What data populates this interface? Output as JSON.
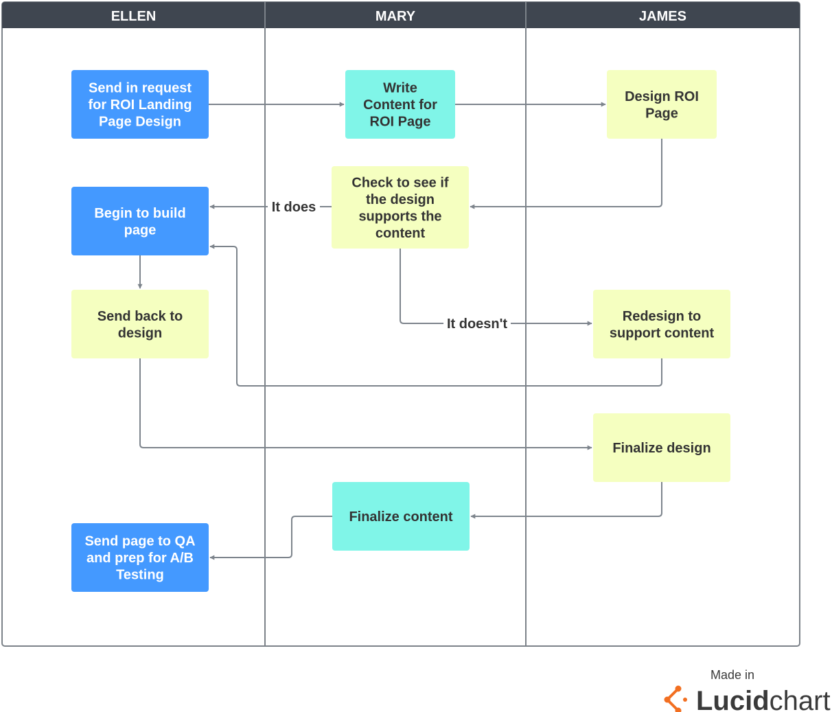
{
  "colors": {
    "header_bg": "#3f4650",
    "frame": "#7c8289",
    "edge": "#7d848c",
    "blue": "#4499ff",
    "cyan": "#80f5e8",
    "yellow": "#f5ffc0",
    "logo_orange": "#f26f21"
  },
  "lanes": [
    {
      "id": "ellen",
      "title": "ELLEN"
    },
    {
      "id": "mary",
      "title": "MARY"
    },
    {
      "id": "james",
      "title": "JAMES"
    }
  ],
  "nodes": [
    {
      "id": "n1",
      "style": "blue",
      "text_color": "#ffffff",
      "lines": [
        "Send in request",
        "for ROI Landing",
        "Page Design"
      ]
    },
    {
      "id": "n2",
      "style": "cyan",
      "text_color": "#333333",
      "lines": [
        "Write",
        "Content for",
        "ROI Page"
      ]
    },
    {
      "id": "n3",
      "style": "yellow",
      "text_color": "#333333",
      "lines": [
        "Design ROI",
        "Page"
      ]
    },
    {
      "id": "n4",
      "style": "yellow",
      "text_color": "#333333",
      "lines": [
        "Check to see if",
        "the design",
        "supports the",
        "content"
      ]
    },
    {
      "id": "n5",
      "style": "blue",
      "text_color": "#ffffff",
      "lines": [
        "Begin to build",
        "page"
      ]
    },
    {
      "id": "n6",
      "style": "yellow",
      "text_color": "#333333",
      "lines": [
        "Send back to",
        "design"
      ]
    },
    {
      "id": "n7",
      "style": "yellow",
      "text_color": "#333333",
      "lines": [
        "Redesign to",
        "support content"
      ]
    },
    {
      "id": "n8",
      "style": "yellow",
      "text_color": "#333333",
      "lines": [
        "Finalize design"
      ]
    },
    {
      "id": "n9",
      "style": "cyan",
      "text_color": "#333333",
      "lines": [
        "Finalize content"
      ]
    },
    {
      "id": "n10",
      "style": "blue",
      "text_color": "#ffffff",
      "lines": [
        "Send page to QA",
        "and prep for A/B",
        "Testing"
      ]
    }
  ],
  "edges": [
    {
      "id": "e1",
      "from": "n1",
      "to": "n2",
      "label": ""
    },
    {
      "id": "e2",
      "from": "n2",
      "to": "n3",
      "label": ""
    },
    {
      "id": "e3",
      "from": "n3",
      "to": "n4",
      "label": ""
    },
    {
      "id": "e4",
      "from": "n4",
      "to": "n5",
      "label": "It does"
    },
    {
      "id": "e5",
      "from": "n4",
      "to": "n7",
      "label": "It doesn't"
    },
    {
      "id": "e6",
      "from": "n7",
      "to": "n5",
      "label": ""
    },
    {
      "id": "e7",
      "from": "n5",
      "to": "n6",
      "label": ""
    },
    {
      "id": "e8",
      "from": "n6",
      "to": "n8",
      "label": ""
    },
    {
      "id": "e9",
      "from": "n8",
      "to": "n9",
      "label": ""
    },
    {
      "id": "e10",
      "from": "n9",
      "to": "n10",
      "label": ""
    }
  ],
  "branding": {
    "made_in": "Made in",
    "logo_bold": "Lucid",
    "logo_light": "chart"
  }
}
